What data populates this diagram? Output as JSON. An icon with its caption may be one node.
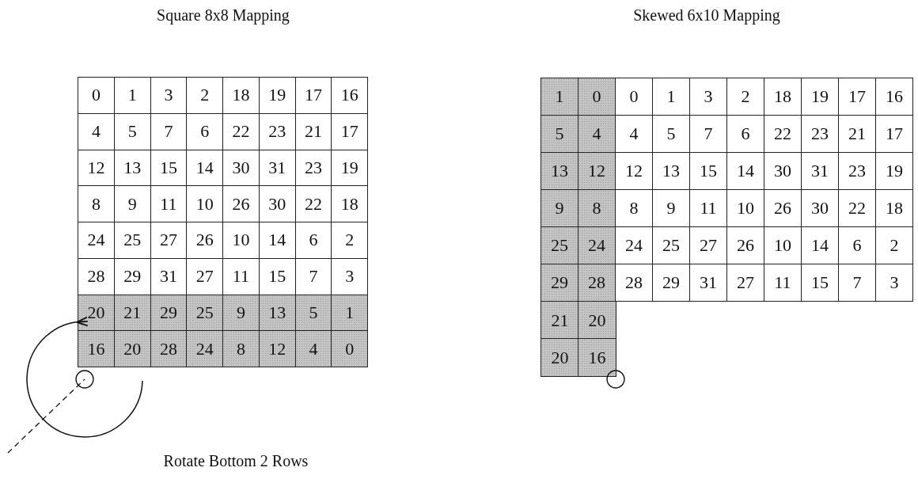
{
  "diagram": {
    "labels": [
      "Square 8x8 Mapping",
      "Skewed 6x10 Mapping",
      "0",
      "1",
      "3",
      "2",
      "18",
      "19",
      "17",
      "16",
      "4",
      "5",
      "7",
      "6",
      "22",
      "23",
      "21",
      "17",
      "12",
      "13",
      "15",
      "14",
      "30",
      "31",
      "23",
      "19",
      "8",
      "9",
      "11",
      "10",
      "26",
      "30",
      "22",
      "18",
      "24",
      "25",
      "27",
      "26",
      "10",
      "14",
      "6",
      "2",
      "28",
      "29",
      "31",
      "27",
      "11",
      "15",
      "7",
      "3",
      "20",
      "21",
      "29",
      "25",
      "9",
      "13",
      "5",
      "1",
      "16",
      "20",
      "28",
      "24",
      "8",
      "12",
      "4",
      "0",
      "1",
      "0",
      "0",
      "1",
      "3",
      "2",
      "18",
      "19",
      "17",
      "16",
      "5",
      "4",
      "4",
      "5",
      "7",
      "6",
      "22",
      "23",
      "21",
      "17",
      "13",
      "12",
      "12",
      "13",
      "15",
      "14",
      "30",
      "31",
      "23",
      "19",
      "9",
      "8",
      "8",
      "9",
      "11",
      "10",
      "26",
      "30",
      "22",
      "18",
      "25",
      "24",
      "24",
      "25",
      "27",
      "26",
      "10",
      "14",
      "6",
      "2",
      "29",
      "28",
      "28",
      "29",
      "31",
      "27",
      "11",
      "15",
      "7",
      "3",
      "21",
      "20",
      "20",
      "16",
      "Rotate Bottom 2 Rows"
    ]
  }
}
